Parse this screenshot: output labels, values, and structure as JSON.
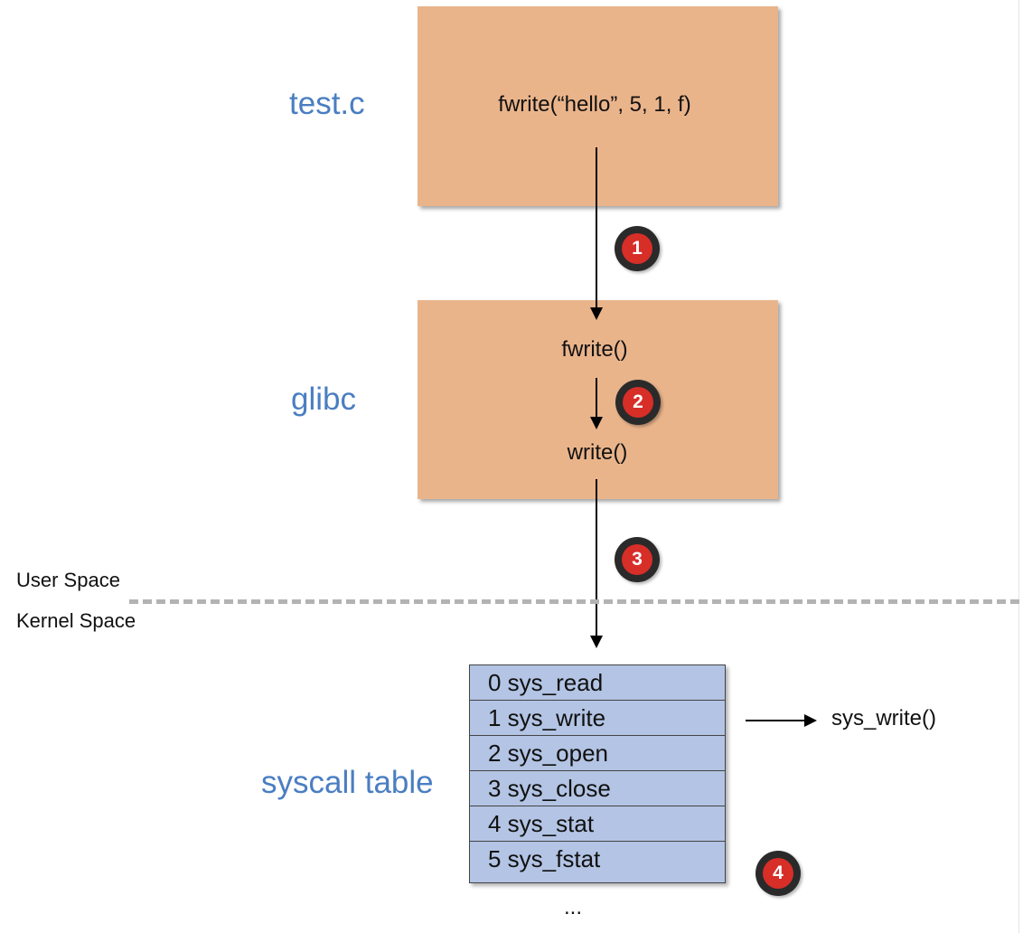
{
  "labels": {
    "test_c": "test.c",
    "glibc": "glibc",
    "syscall_table": "syscall table",
    "user_space": "User Space",
    "kernel_space": "Kernel Space"
  },
  "boxes": {
    "test_c_call": "fwrite(“hello”, 5, 1, f)",
    "glibc_fwrite": "fwrite()",
    "glibc_write": "write()"
  },
  "steps": [
    "1",
    "2",
    "3",
    "4"
  ],
  "syscall_table": {
    "rows": [
      "0 sys_read",
      "1 sys_write",
      "2 sys_open",
      "3 sys_close",
      "4 sys_stat",
      "5 sys_fstat"
    ],
    "ellipsis": "...",
    "target": "sys_write()"
  },
  "colors": {
    "box_fill": "#EAB48B",
    "table_fill": "#B3C4E4",
    "label_blue": "#4A7EC2",
    "badge_red": "#D72E28",
    "divider": "#b3b3b3"
  }
}
